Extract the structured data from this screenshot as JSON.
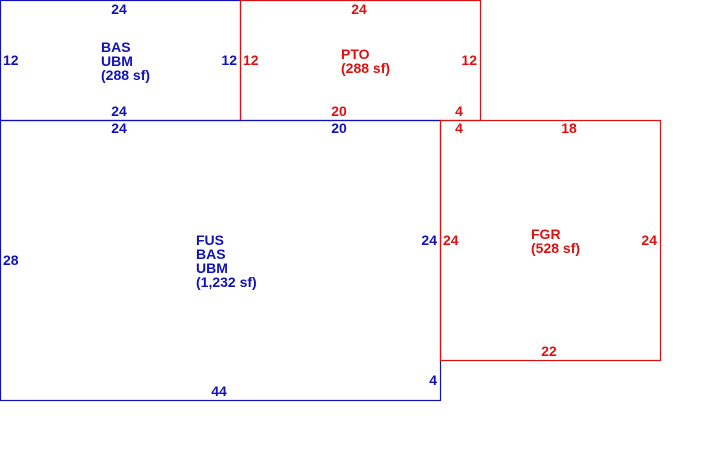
{
  "colors": {
    "blue": "#1111bb",
    "red": "#dd1111"
  },
  "areas": {
    "bas": {
      "lines": [
        "BAS",
        "UBM",
        "(288 sf)"
      ],
      "color": "blue"
    },
    "pto": {
      "lines": [
        "PTO",
        "(288 sf)"
      ],
      "color": "red"
    },
    "fus": {
      "lines": [
        "FUS",
        "BAS",
        "UBM",
        "(1,232 sf)"
      ],
      "color": "blue"
    },
    "fgr": {
      "lines": [
        "FGR",
        "(528 sf)"
      ],
      "color": "red"
    }
  },
  "dimensions": {
    "bas": {
      "top": "24",
      "left": "12",
      "right": "12",
      "bottom": "24"
    },
    "pto": {
      "top": "24",
      "left": "12",
      "right": "12",
      "bottom_left": "20",
      "bottom_right": "4"
    },
    "fus": {
      "top_left": "24",
      "top_right": "20",
      "left": "28",
      "right": "24",
      "bottom": "44",
      "bottom_right": "4"
    },
    "fgr": {
      "top_left": "4",
      "top": "18",
      "left": "24",
      "right": "24",
      "bottom": "22"
    }
  }
}
